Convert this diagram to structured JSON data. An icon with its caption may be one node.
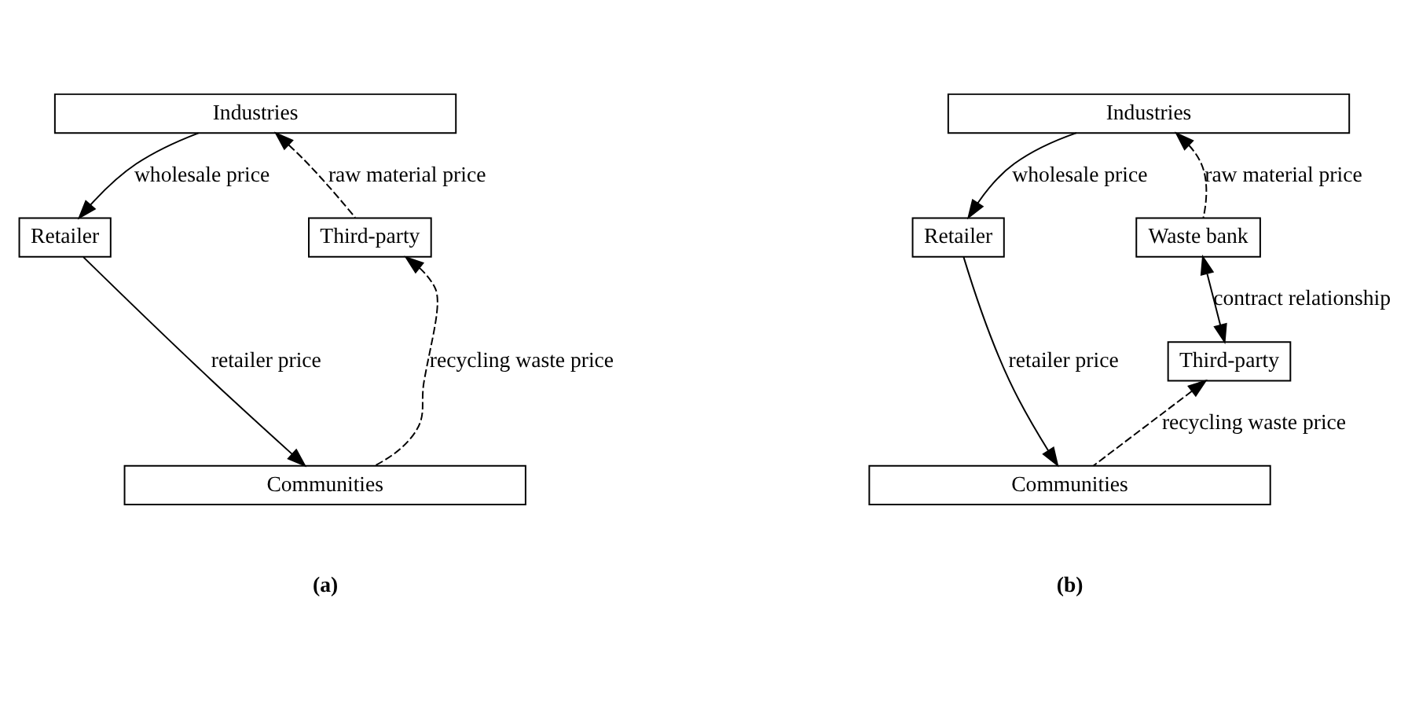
{
  "diagram": {
    "nodes": [
      {
        "text": [
          "Industries"
        ]
      },
      {
        "text": [
          "Retailer"
        ]
      },
      {
        "text": [
          "Third-party"
        ]
      },
      {
        "text": [
          "Communities"
        ]
      },
      {
        "text": [
          "Industries"
        ]
      },
      {
        "text": [
          "Retailer"
        ]
      },
      {
        "text": [
          "Waste bank"
        ]
      },
      {
        "text": [
          "Third-party"
        ]
      },
      {
        "text": [
          "Communities"
        ]
      }
    ],
    "edges": [
      {
        "from": 0,
        "to": 1,
        "arrow": "to",
        "label": "wholesale price"
      },
      {
        "from": 1,
        "to": 3,
        "arrow": "to",
        "label": "retailer price"
      },
      {
        "from": 3,
        "to": 2,
        "arrow": "to",
        "label": "recycling waste price",
        "style": "dashed"
      },
      {
        "from": 2,
        "to": 0,
        "arrow": "to",
        "label": "raw material price",
        "style": "dashed"
      },
      {
        "from": 4,
        "to": 5,
        "arrow": "to",
        "label": "wholesale price"
      },
      {
        "from": 5,
        "to": 8,
        "arrow": "to",
        "label": "retailer price"
      },
      {
        "from": 8,
        "to": 7,
        "arrow": "to",
        "label": "recycling waste price",
        "style": "dashed"
      },
      {
        "from": 7,
        "to": 6,
        "arrow": "both",
        "label": "contract relationship"
      },
      {
        "from": 6,
        "to": 4,
        "arrow": "to",
        "label": "raw material price",
        "style": "dashed"
      }
    ],
    "labels": [
      "(a)",
      "(b)"
    ]
  }
}
